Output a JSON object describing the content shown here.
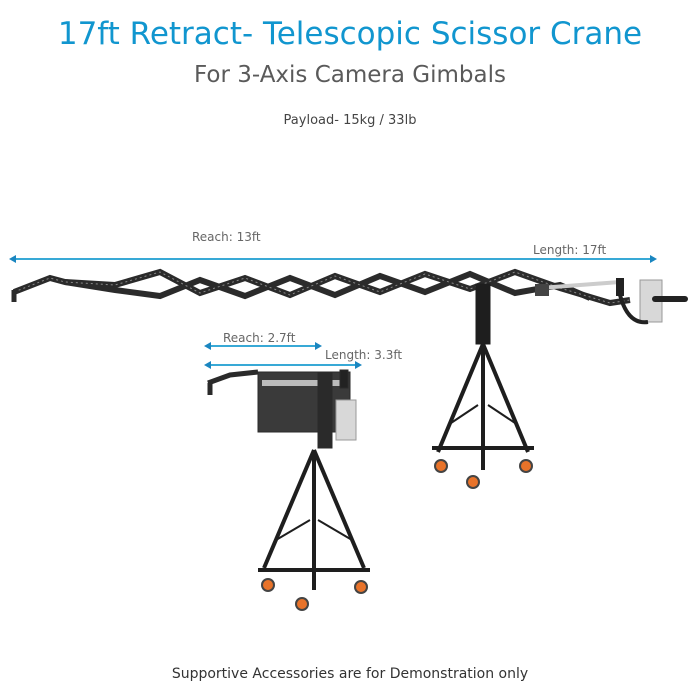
{
  "header": {
    "title": "17ft Retract- Telescopic Scissor Crane",
    "subtitle": "For 3-Axis Camera Gimbals",
    "payload": "Payload- 15kg / 33lb"
  },
  "extended_crane": {
    "reach_label": "Reach: 13ft",
    "length_label": "Length: 17ft"
  },
  "retracted_crane": {
    "reach_label": "Reach: 2.7ft",
    "length_label": "Length: 3.3ft"
  },
  "footer": {
    "note": "Supportive Accessories are for Demonstration only"
  },
  "colors": {
    "title": "#1196cf",
    "dimension_arrow": "#38a9d6",
    "wheel": "#e8732a"
  }
}
